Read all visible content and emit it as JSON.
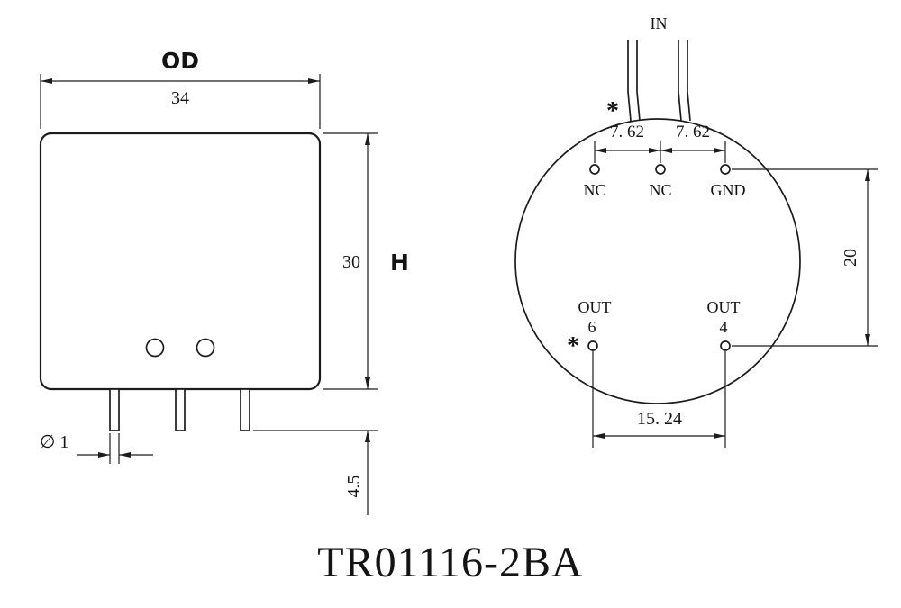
{
  "title": "TR01116-2BA",
  "side_view": {
    "od_label": "OD",
    "od_value": "34",
    "height_value": "30",
    "height_label": "H",
    "pin_diameter": "∅ 1",
    "pin_length": "4.5"
  },
  "bottom_view": {
    "in_label": "IN",
    "in_star": "*",
    "pin_nc1": "NC",
    "pin_nc2": "NC",
    "pin_gnd": "GND",
    "pitch_left": "7. 62",
    "pitch_right": "7. 62",
    "row_spacing": "20",
    "out6_label": "OUT",
    "out6_num": "6",
    "out6_star": "*",
    "out4_label": "OUT",
    "out4_num": "4",
    "out_spacing": "15. 24"
  }
}
